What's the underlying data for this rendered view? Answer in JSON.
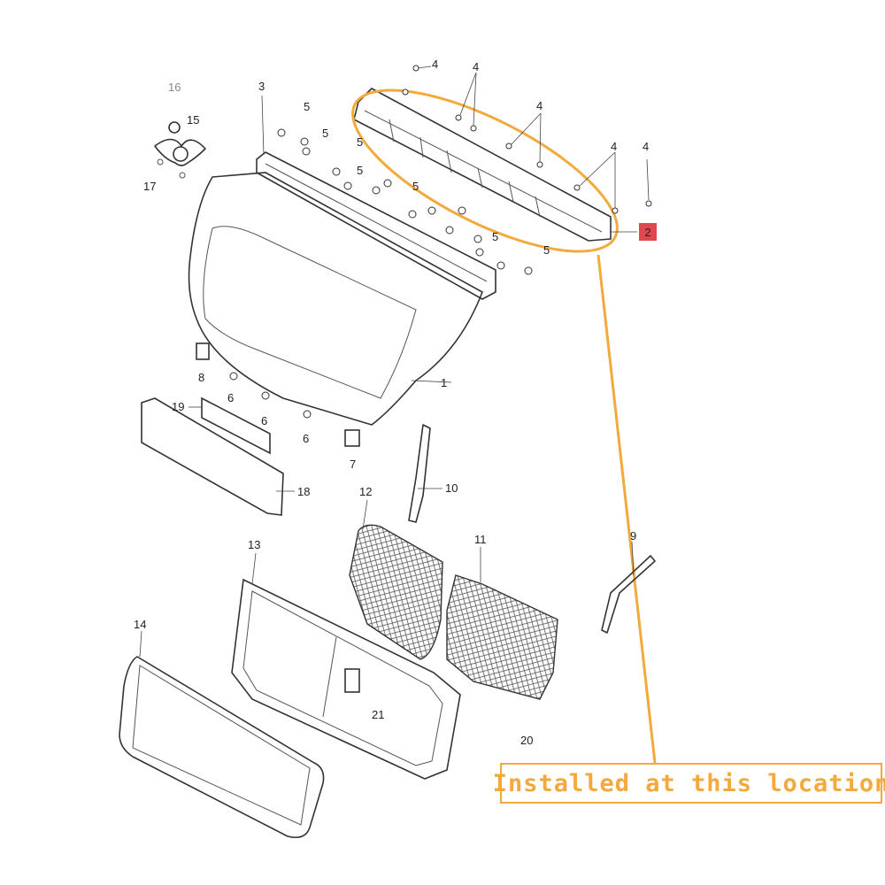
{
  "callout": {
    "text": "Installed at this location",
    "color": "#f4a93c",
    "highlighted_part": "2"
  },
  "labels": {
    "p1": "1",
    "p2": "2",
    "p3": "3",
    "p4a": "4",
    "p4b": "4",
    "p4c": "4",
    "p4d": "4",
    "p4e": "4",
    "p5a": "5",
    "p5b": "5",
    "p5c": "5",
    "p5d": "5",
    "p5e": "5",
    "p5f": "5",
    "p5g": "5",
    "p6a": "6",
    "p6b": "6",
    "p6c": "6",
    "p7": "7",
    "p8": "8",
    "p9": "9",
    "p10": "10",
    "p11": "11",
    "p12": "12",
    "p13": "13",
    "p14": "14",
    "p15": "15",
    "p16": "16",
    "p17": "17",
    "p18": "18",
    "p19": "19",
    "p20": "20",
    "p21": "21"
  },
  "colors": {
    "highlight_badge": "#e0484f",
    "outline": "#f4a93c"
  }
}
